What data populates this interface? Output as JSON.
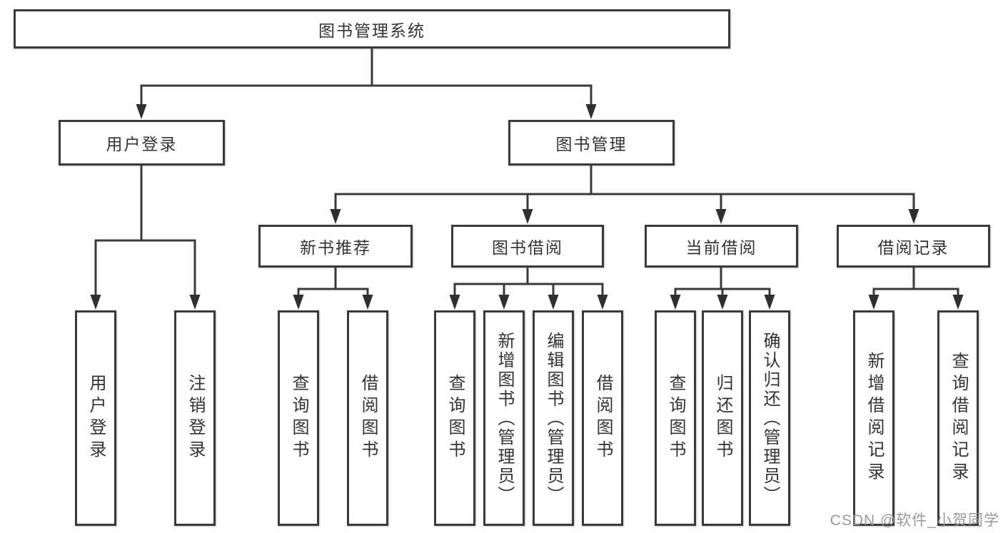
{
  "diagram": {
    "root": {
      "label": "图书管理系统"
    },
    "children": [
      {
        "label": "用户登录",
        "children": [
          {
            "label": "用户登录"
          },
          {
            "label": "注销登录"
          }
        ]
      },
      {
        "label": "图书管理",
        "children": [
          {
            "label": "新书推荐",
            "children": [
              {
                "label": "查询图书"
              },
              {
                "label": "借阅图书"
              }
            ]
          },
          {
            "label": "图书借阅",
            "children": [
              {
                "label": "查询图书"
              },
              {
                "label": "新增图书（管理员）"
              },
              {
                "label": "编辑图书（管理员）"
              },
              {
                "label": "借阅图书"
              }
            ]
          },
          {
            "label": "当前借阅",
            "children": [
              {
                "label": "查询图书"
              },
              {
                "label": "归还图书"
              },
              {
                "label": "确认归还（管理员）"
              }
            ]
          },
          {
            "label": "借阅记录",
            "children": [
              {
                "label": "新增借阅记录"
              },
              {
                "label": "查询借阅记录"
              }
            ]
          }
        ]
      }
    ]
  },
  "watermark": {
    "text": "CSDN @软件_小贺同学"
  },
  "colors": {
    "line": "#3a3a3a",
    "box_border": "#3a3a3a",
    "box_fill": "#ffffff",
    "text": "#333333",
    "watermark": "#949494",
    "background": "#ffffff"
  }
}
